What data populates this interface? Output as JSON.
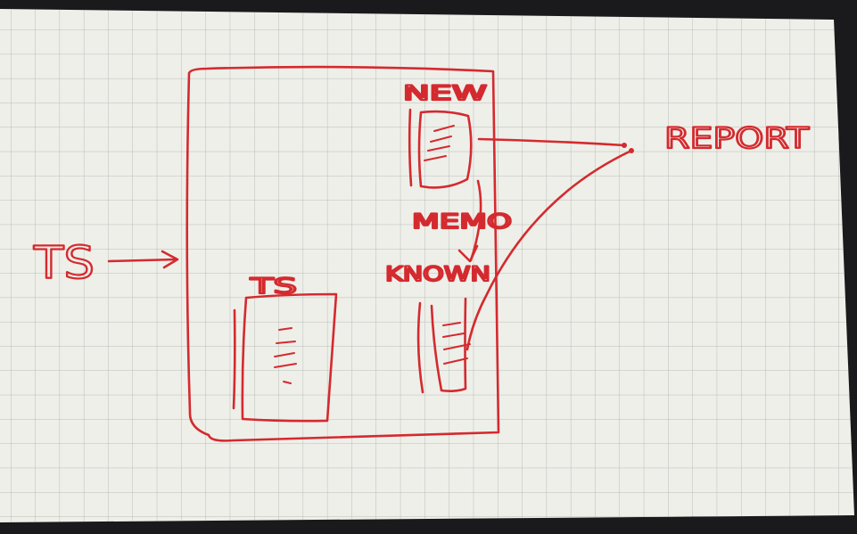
{
  "diagram": {
    "ink_color": "#d42a2f",
    "paper_color": "#eeefe9",
    "grid_color": "#b9bdb8",
    "background_color": "#1a1a1c",
    "labels": {
      "input": "TS",
      "new_doc": "NEW",
      "memo": "MEMO",
      "known_doc": "KNOWN",
      "ts_doc": "TS",
      "report": "REPORT"
    }
  }
}
